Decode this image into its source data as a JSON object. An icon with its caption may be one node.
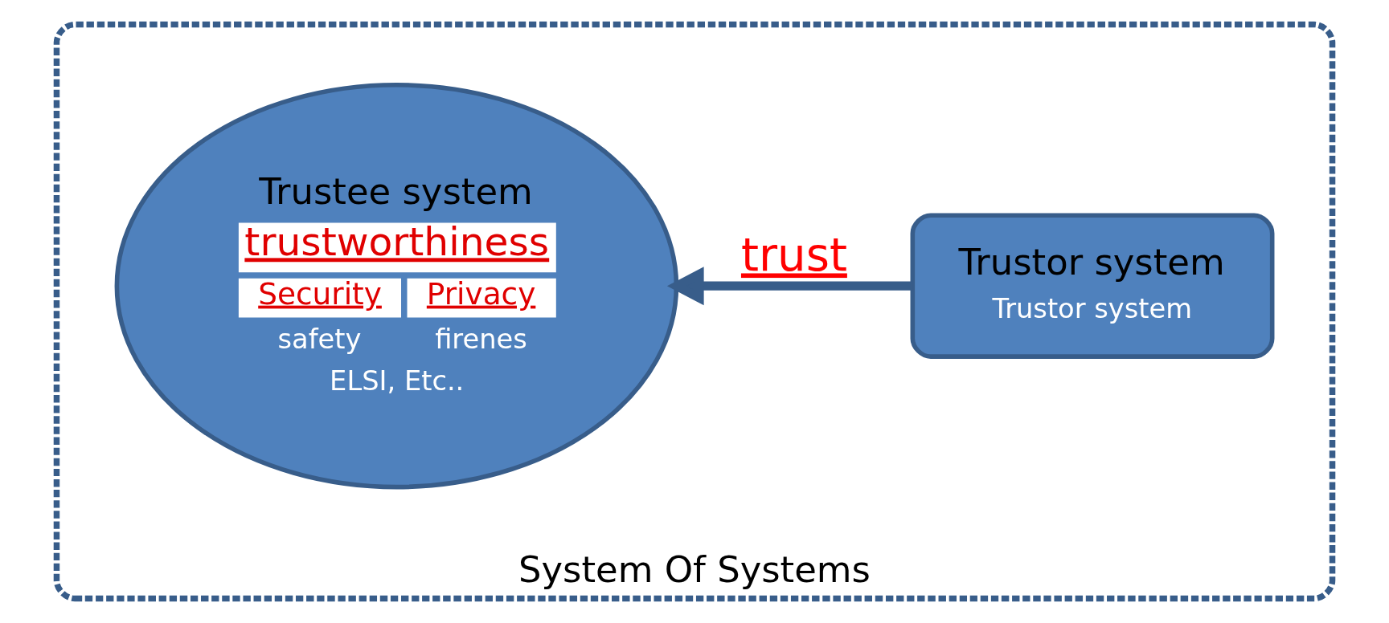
{
  "diagram": {
    "nodes": [
      {
        "text": [
          "System Of Systems"
        ]
      },
      {
        "text": [
          "Trustee system",
          "trustworthiness",
          "Security",
          "Privacy",
          "safety",
          "firenes",
          "ELSI, Etc.."
        ],
        "in": 0
      },
      {
        "text": [
          "Trustor system",
          "Trustor system"
        ],
        "in": 0
      }
    ],
    "edges": [
      {
        "from": 2,
        "to": 1,
        "arrow": "to",
        "label": "trust"
      }
    ]
  }
}
